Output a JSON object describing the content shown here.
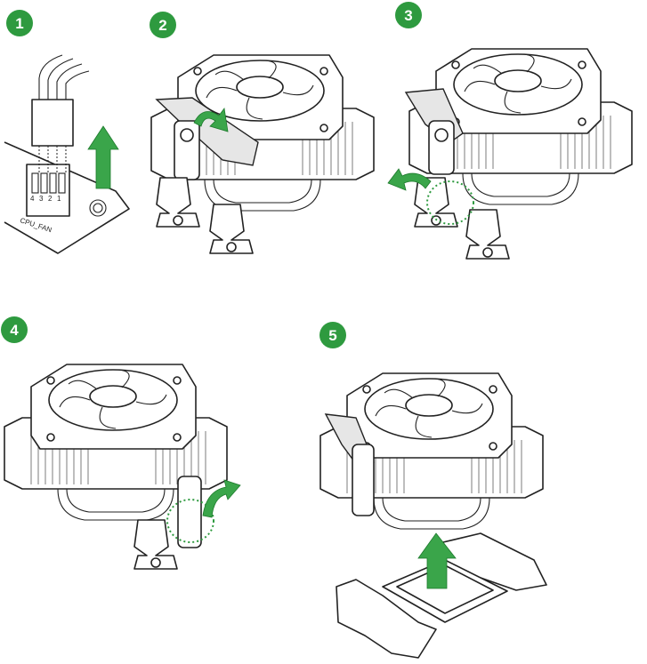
{
  "steps": [
    {
      "number": "1"
    },
    {
      "number": "2"
    },
    {
      "number": "3"
    },
    {
      "number": "4"
    },
    {
      "number": "5"
    }
  ],
  "connector_label": "CPU_FAN",
  "pin_labels": [
    "4",
    "3",
    "2",
    "1"
  ],
  "colors": {
    "badge": "#2e9a3f",
    "arrow": "#3aa54a",
    "outline": "#222222"
  }
}
